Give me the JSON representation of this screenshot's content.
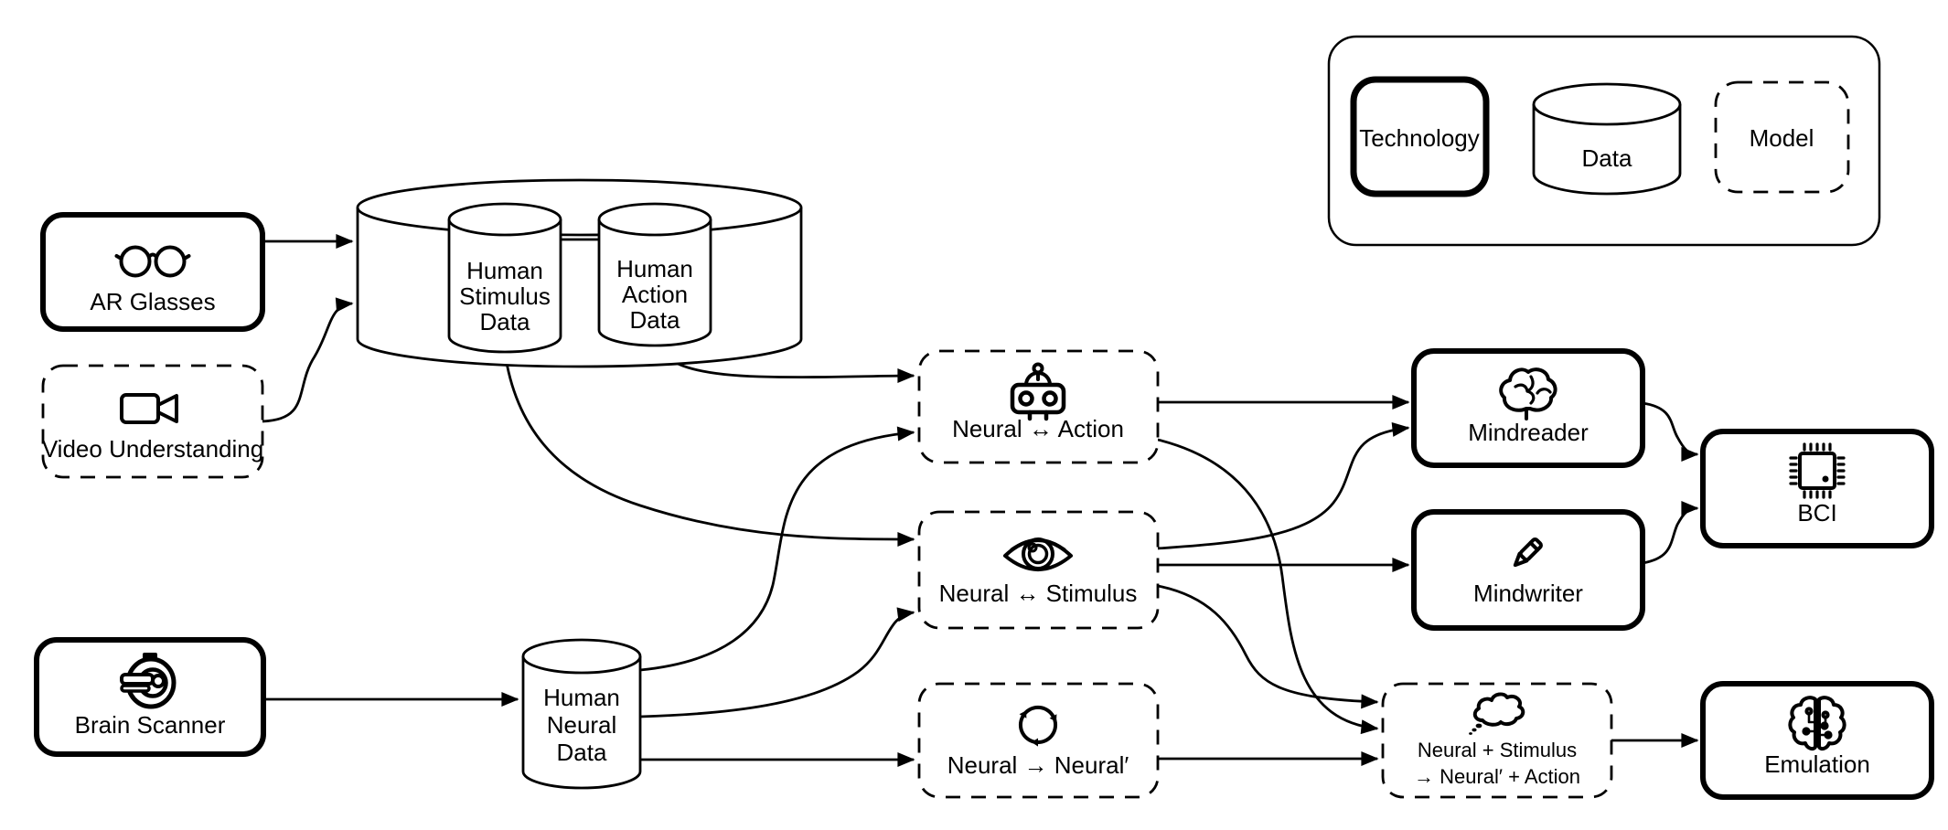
{
  "canvas": {
    "background": "#ffffff",
    "stroke": "#000000"
  },
  "legend": {
    "items": [
      {
        "label": "Technology",
        "style": "solid-rounded-box"
      },
      {
        "label": "Data",
        "style": "cylinder"
      },
      {
        "label": "Model",
        "style": "dashed-rounded-box"
      }
    ]
  },
  "nodes": {
    "ar_glasses": {
      "type": "technology",
      "label": "AR Glasses"
    },
    "video_understanding": {
      "type": "model",
      "label": "Video Understanding"
    },
    "human_stimulus_data": {
      "type": "data",
      "label": [
        "Human",
        "Stimulus",
        "Data"
      ]
    },
    "human_action_data": {
      "type": "data",
      "label": [
        "Human",
        "Action",
        "Data"
      ]
    },
    "brain_scanner": {
      "type": "technology",
      "label": "Brain Scanner"
    },
    "human_neural_data": {
      "type": "data",
      "label": [
        "Human",
        "Neural",
        "Data"
      ]
    },
    "neural_action": {
      "type": "model",
      "label": "Neural ↔ Action"
    },
    "neural_stimulus": {
      "type": "model",
      "label": "Neural ↔ Stimulus"
    },
    "neural_neural": {
      "type": "model",
      "label": "Neural → Neural′"
    },
    "mindreader": {
      "type": "technology",
      "label": "Mindreader"
    },
    "mindwriter": {
      "type": "technology",
      "label": "Mindwriter"
    },
    "bci": {
      "type": "technology",
      "label": "BCI"
    },
    "neural_stimulus_action": {
      "type": "model",
      "label": [
        "Neural + Stimulus",
        "→ Neural′ + Action"
      ]
    },
    "emulation": {
      "type": "technology",
      "label": "Emulation"
    }
  },
  "edges": [
    {
      "from": "ar_glasses",
      "to": "data_store"
    },
    {
      "from": "video_understanding",
      "to": "data_store"
    },
    {
      "from": "human_stimulus_data",
      "to": "neural_stimulus"
    },
    {
      "from": "human_action_data",
      "to": "neural_action"
    },
    {
      "from": "brain_scanner",
      "to": "human_neural_data"
    },
    {
      "from": "human_neural_data",
      "to": "neural_action"
    },
    {
      "from": "human_neural_data",
      "to": "neural_stimulus"
    },
    {
      "from": "human_neural_data",
      "to": "neural_neural"
    },
    {
      "from": "neural_action",
      "to": "mindreader"
    },
    {
      "from": "neural_action",
      "to": "neural_stimulus_action"
    },
    {
      "from": "neural_stimulus",
      "to": "mindreader"
    },
    {
      "from": "neural_stimulus",
      "to": "mindwriter"
    },
    {
      "from": "neural_stimulus",
      "to": "neural_stimulus_action"
    },
    {
      "from": "neural_neural",
      "to": "neural_stimulus_action"
    },
    {
      "from": "mindreader",
      "to": "bci"
    },
    {
      "from": "mindwriter",
      "to": "bci"
    },
    {
      "from": "neural_stimulus_action",
      "to": "emulation"
    }
  ]
}
